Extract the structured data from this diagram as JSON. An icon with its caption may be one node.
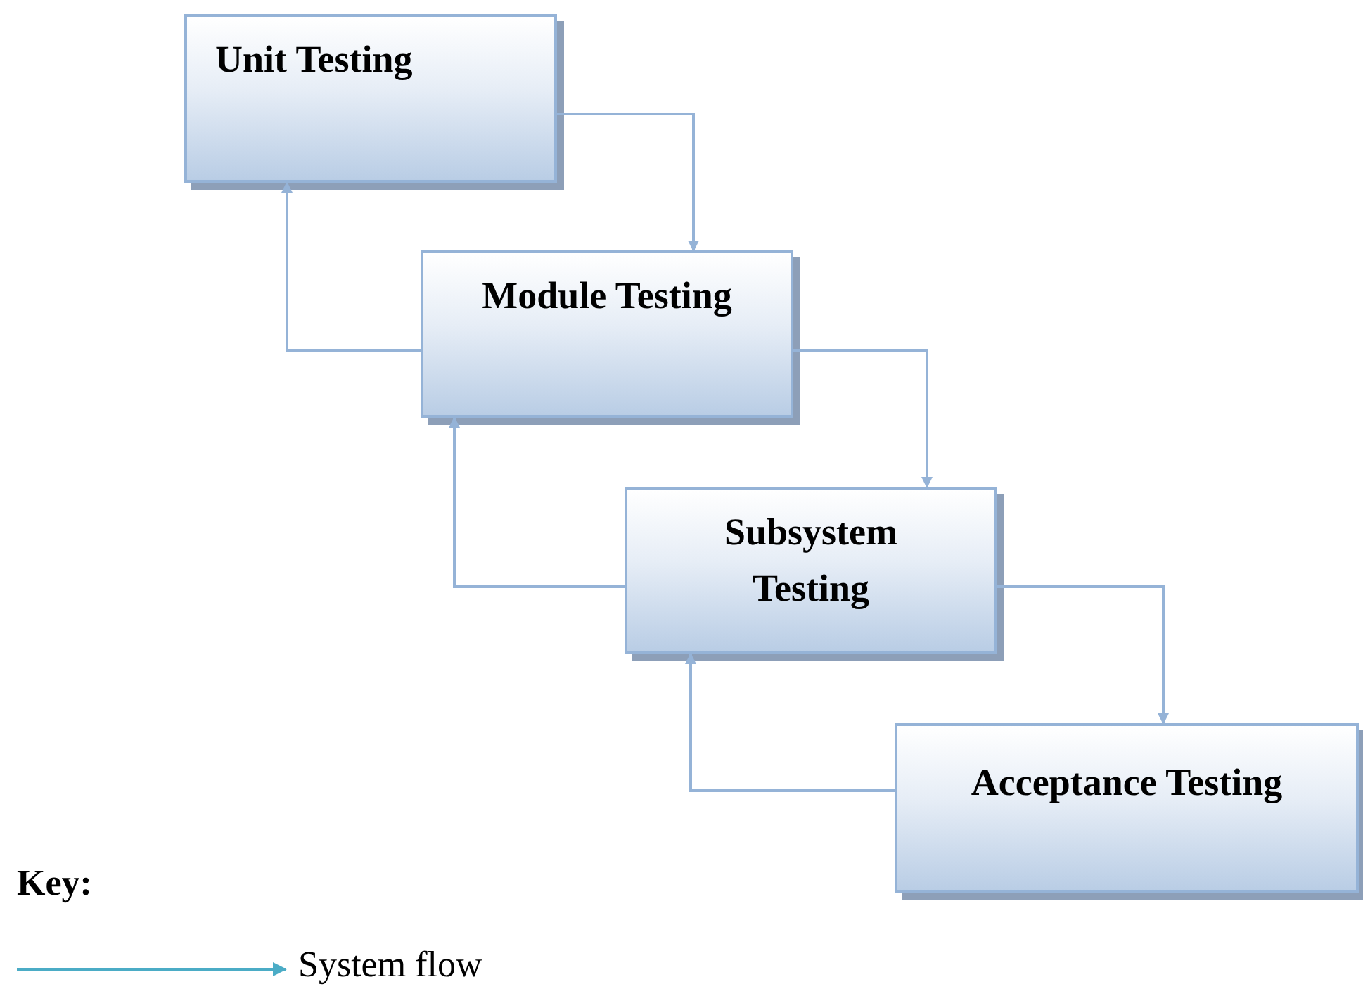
{
  "diagram": {
    "nodes": [
      {
        "text": [
          "Unit Testing"
        ]
      },
      {
        "text": [
          "Module Testing"
        ]
      },
      {
        "text": [
          "Subsystem Testing"
        ]
      },
      {
        "text": [
          "Acceptance Testing"
        ]
      }
    ],
    "edges": [
      {
        "from": 0,
        "to": 1,
        "arrow": "to"
      },
      {
        "from": 1,
        "to": 0,
        "arrow": "to"
      },
      {
        "from": 1,
        "to": 2,
        "arrow": "to"
      },
      {
        "from": 2,
        "to": 1,
        "arrow": "to"
      },
      {
        "from": 2,
        "to": 3,
        "arrow": "to"
      },
      {
        "from": 3,
        "to": 2,
        "arrow": "to"
      }
    ],
    "labels": [
      "Key:"
    ],
    "legend": [
      {
        "text": "System flow"
      }
    ]
  }
}
